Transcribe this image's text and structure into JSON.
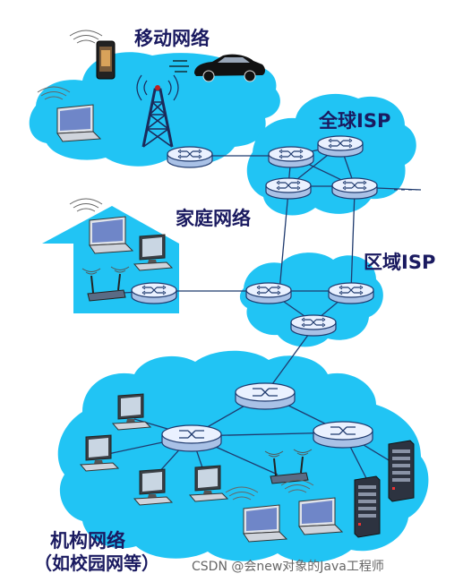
{
  "labels": {
    "mobile": "移动网络",
    "global_isp": "全球ISP",
    "home": "家庭网络",
    "regional_isp": "区域ISP",
    "institution_line1": "机构网络",
    "institution_line2": "（如校园网等）"
  },
  "watermark": "CSDN @会new对象的Java工程师",
  "colors": {
    "cloud": "#21c4f4",
    "router_top": "#eaf1ff",
    "router_side": "#a9c1e6",
    "router_stroke": "#1f3a6e",
    "label": "#1a1a60"
  },
  "icons": {
    "router": "router-icon",
    "tower": "cell-tower-icon",
    "phone": "smartphone-icon",
    "car": "car-icon",
    "laptop": "laptop-icon",
    "desktop": "desktop-computer-icon",
    "wifi": "wireless-access-point-icon",
    "server": "server-icon"
  }
}
